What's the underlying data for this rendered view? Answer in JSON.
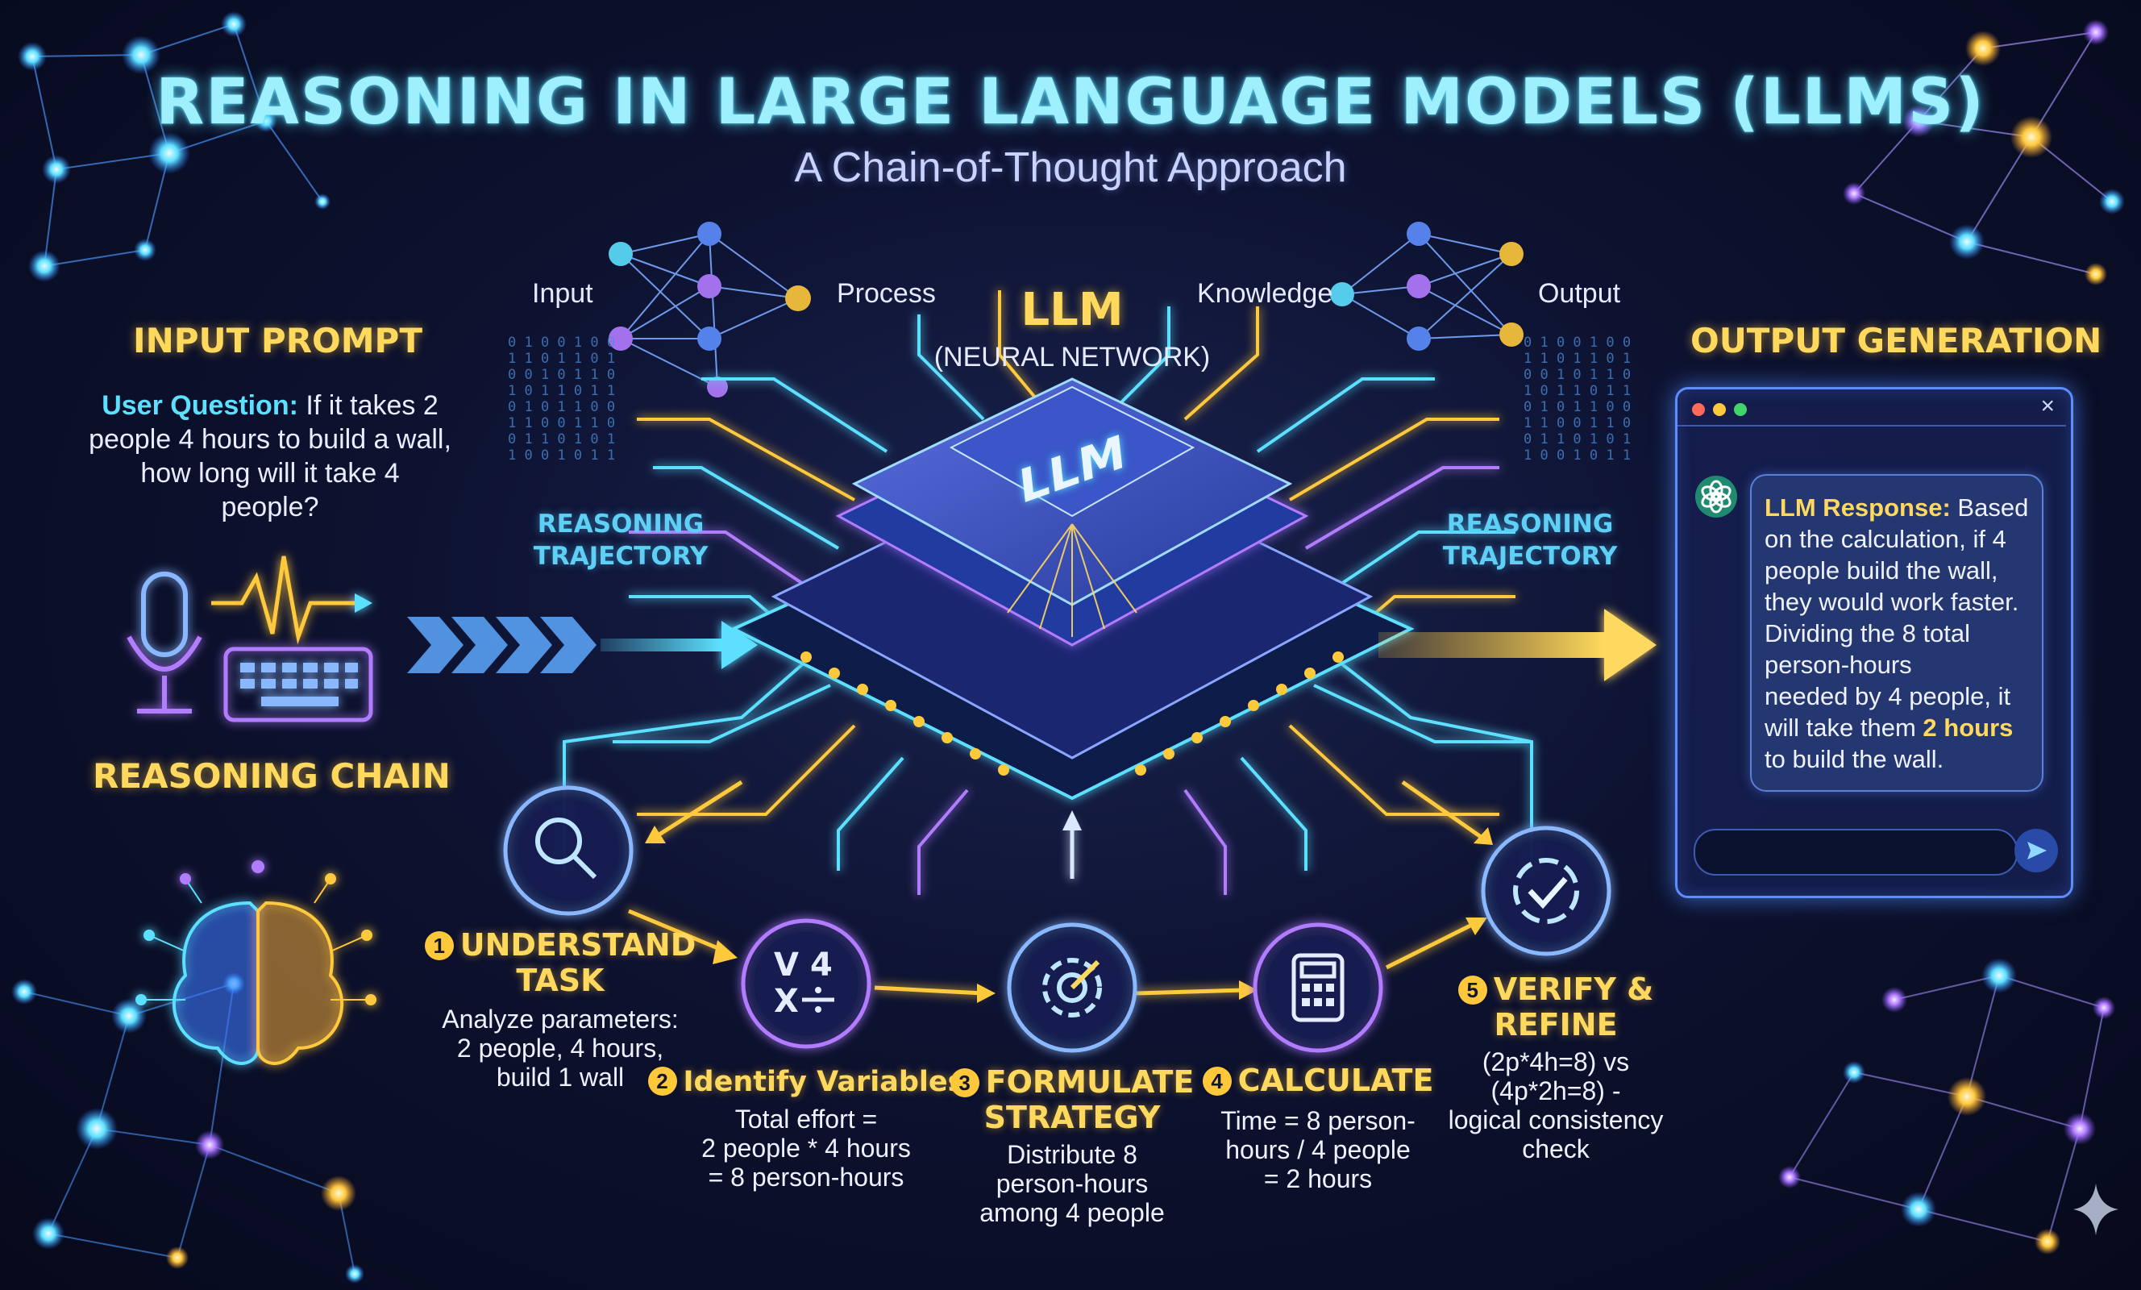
{
  "title": "REASONING IN LARGE LANGUAGE MODELS (LLMS)",
  "subtitle": "A Chain-of-Thought Approach",
  "input_section": {
    "heading": "INPUT PROMPT",
    "question_label": "User Question:",
    "question_text": "If it takes 2 people 4 hours to build a wall, how long will it take 4 people?"
  },
  "reasoning_chain_heading": "REASONING CHAIN",
  "network_labels": {
    "input": "Input",
    "process": "Process",
    "knowledge": "Knowledge",
    "output": "Output"
  },
  "llm": {
    "title": "LLM",
    "subtitle": "(NEURAL NETWORK)",
    "chip_label": "LLM"
  },
  "trajectory_label_left": [
    "REASONING",
    "TRAJECTORY"
  ],
  "trajectory_label_right": [
    "REASONING",
    "TRAJECTORY"
  ],
  "binary_rows": [
    "0 1 0 0 1 0 0",
    "1 1 0 1 1 0 1",
    "0 0 1 0 1 1 0",
    "1 0 1 1 0 1 1",
    "0 1 0 1 1 0 0",
    "1 1 0 0 1 1 0",
    "0 1 1 0 1 0 1",
    "1 0 0 1 0 1 1"
  ],
  "steps": [
    {
      "number": "1",
      "title_lines": [
        "UNDERSTAND",
        "TASK"
      ],
      "body_lines": [
        "Analyze parameters:",
        "2 people, 4 hours,",
        "build 1 wall"
      ],
      "icon": "magnifier-icon"
    },
    {
      "number": "2",
      "title_lines": [
        "Identify Variables"
      ],
      "body_lines": [
        "Total effort =",
        "2 people * 4 hours",
        "= 8 person-hours"
      ],
      "icon": "math-variables-icon"
    },
    {
      "number": "3",
      "title_lines": [
        "FORMULATE",
        "STRATEGY"
      ],
      "body_lines": [
        "Distribute 8",
        "person-hours",
        "among 4 people"
      ],
      "icon": "gear-strategy-icon"
    },
    {
      "number": "4",
      "title_lines": [
        "CALCULATE"
      ],
      "body_lines": [
        "Time = 8 person-",
        "hours / 4 people",
        "= 2 hours"
      ],
      "icon": "calculator-icon"
    },
    {
      "number": "5",
      "title_lines": [
        "VERIFY &",
        "REFINE"
      ],
      "body_lines": [
        "(2p*4h=8) vs",
        "(4p*2h=8) -",
        "logical consistency",
        "check"
      ],
      "icon": "check-circle-icon"
    }
  ],
  "output_section": {
    "heading": "OUTPUT GENERATION",
    "response_label": "LLM Response:",
    "response_lines": [
      "Based",
      "on the calculation, if 4",
      "people build the wall,",
      "they would work faster.",
      "Dividing the 8 total",
      "person-hours",
      "needed by 4 people, it",
      "will take them"
    ],
    "response_highlight": "2 hours",
    "response_end": "to build the wall.",
    "close_symbol": "×"
  },
  "colors": {
    "cyan": "#5de0ff",
    "gold": "#ffc93c",
    "purple": "#b27cff",
    "blue": "#5d8dff",
    "background": "#0d1230"
  },
  "icons": [
    "microphone-icon",
    "waveform-icon",
    "keyboard-icon",
    "brain-icon",
    "chat-logo-icon",
    "send-icon",
    "sparkle-icon"
  ]
}
